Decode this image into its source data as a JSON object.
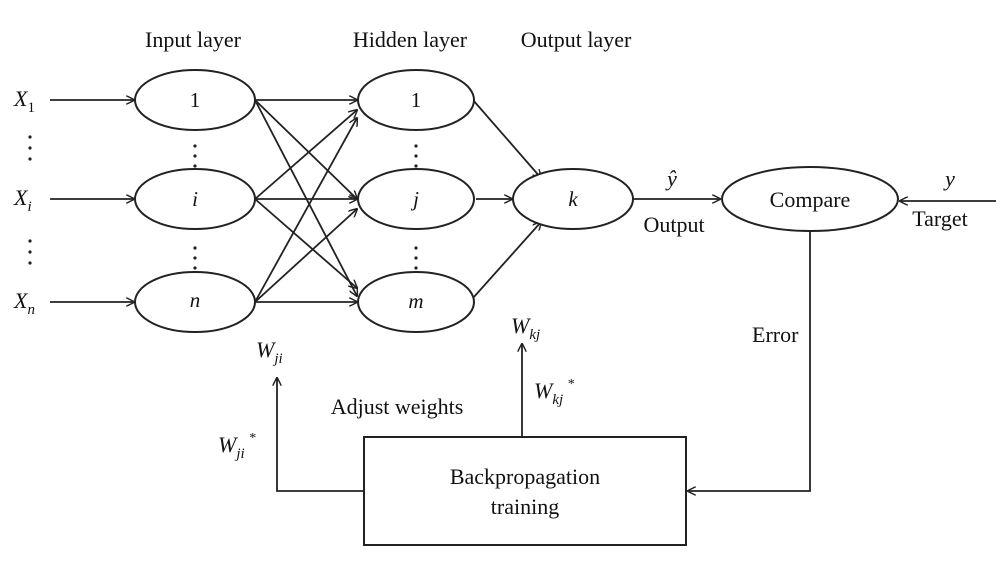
{
  "layers": {
    "input": "Input layer",
    "hidden": "Hidden layer",
    "output": "Output layer"
  },
  "inputs": [
    {
      "var": "X",
      "sub": "1"
    },
    {
      "var": "X",
      "sub": "i"
    },
    {
      "var": "X",
      "sub": "n"
    }
  ],
  "input_nodes": [
    "1",
    "i",
    "n"
  ],
  "hidden_nodes": [
    "1",
    "j",
    "m"
  ],
  "output_node": "k",
  "compare": "Compare",
  "output_text": "Output",
  "yhat": "ŷ",
  "target_var": "y",
  "target_text": "Target",
  "error_text": "Error",
  "adjust_text": "Adjust weights",
  "backprop": {
    "line1": "Backpropagation",
    "line2": "training"
  },
  "weights": {
    "wji": {
      "var": "W",
      "sub": "ji"
    },
    "wji_star": {
      "var": "W",
      "sub": "ji",
      "sup": "*"
    },
    "wkj": {
      "var": "W",
      "sub": "kj"
    },
    "wkj_star": {
      "var": "W",
      "sub": "kj",
      "sup": "*"
    }
  }
}
